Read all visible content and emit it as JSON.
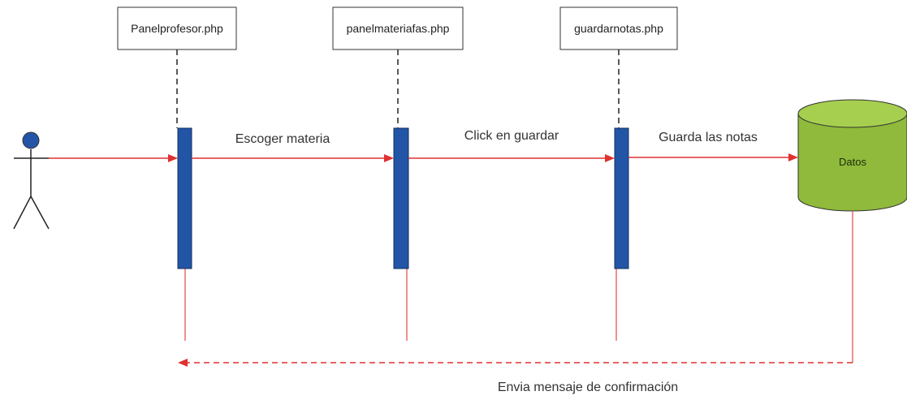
{
  "diagram": {
    "type": "uml-sequence",
    "objects": [
      {
        "label": "Panelprofesor.php"
      },
      {
        "label": "panelmateriafas.php"
      },
      {
        "label": "guardarnotas.php"
      }
    ],
    "datastore": {
      "label": "Datos"
    },
    "messages": [
      {
        "label": "Escoger materia"
      },
      {
        "label": "Click en guardar"
      },
      {
        "label": "Guarda las notas"
      },
      {
        "label": "Envia mensaje de confirmación"
      }
    ],
    "colors": {
      "activation_bar": "#2355a6",
      "message_arrow": "#e03030",
      "lifeline": "#e86a6a",
      "datastore_fill": "#8fba3b",
      "actor_head": "#2355a6"
    }
  }
}
